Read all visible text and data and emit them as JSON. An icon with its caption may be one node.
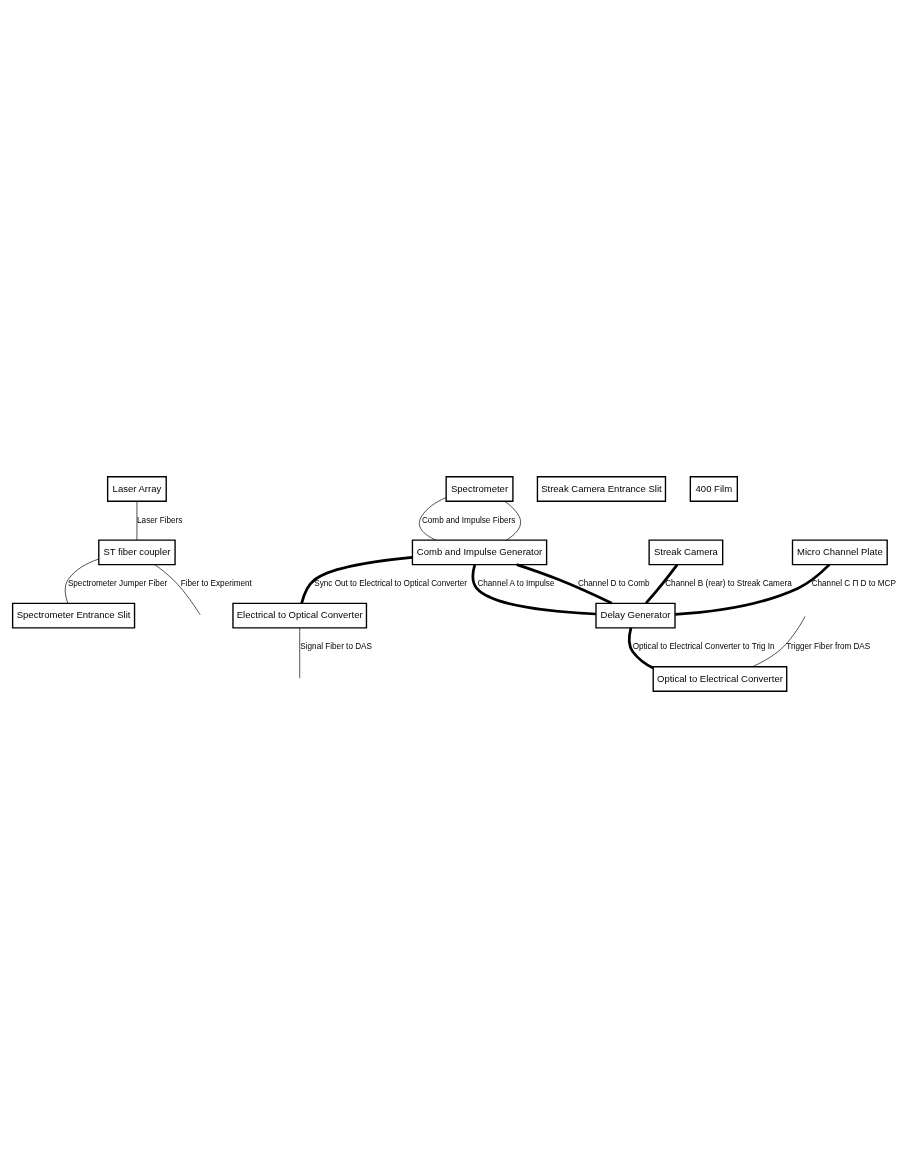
{
  "diagram": {
    "nodes": [
      {
        "text": [
          "Laser Array"
        ]
      },
      {
        "text": [
          "ST fiber coupler"
        ]
      },
      {
        "text": [
          "Spectrometer Entrance Slit"
        ]
      },
      {
        "text": [
          "Spectrometer"
        ]
      },
      {
        "text": [
          "Streak Camera Entrance Slit"
        ]
      },
      {
        "text": [
          "Streak Camera"
        ]
      },
      {
        "text": [
          "Micro Channel Plate"
        ]
      },
      {
        "text": [
          "400 Film"
        ]
      },
      {
        "text": [
          "Comb and Impulse Generator"
        ]
      },
      {
        "text": [
          "Delay Generator"
        ]
      },
      {
        "text": [
          "Electrical to Optical Converter"
        ]
      },
      {
        "text": [
          "Optical to Electrical Converter"
        ]
      }
    ],
    "edges": [
      {
        "from": 0,
        "to": 1,
        "arrow": "none",
        "label": "Laser Fibers"
      },
      {
        "from": 1,
        "to": null,
        "arrow": "none",
        "label": "Fiber to Experiment"
      },
      {
        "from": 1,
        "to": 2,
        "arrow": "none",
        "label": "Spectrometer Jumper Fiber"
      },
      {
        "from": 3,
        "to": 8,
        "arrow": "none",
        "label": "Comb and Impulse Fibers"
      },
      {
        "from": 3,
        "to": 8,
        "arrow": "none"
      },
      {
        "from": 5,
        "to": 9,
        "arrow": "none",
        "style": "thick",
        "label": "Channel B (rear) to Streak Camera"
      },
      {
        "from": 6,
        "to": 9,
        "arrow": "none",
        "style": "thick",
        "label": "Channel C П D to MCP"
      },
      {
        "from": 8,
        "to": 9,
        "arrow": "none",
        "style": "thick",
        "label": "Channel A to Impulse"
      },
      {
        "from": 8,
        "to": 9,
        "arrow": "none",
        "style": "thick",
        "label": "Channel D to Comb"
      },
      {
        "from": 8,
        "to": 10,
        "arrow": "none",
        "style": "thick",
        "label": "Sync Out to Electrical to Optical Converter"
      },
      {
        "from": 9,
        "to": 11,
        "arrow": "none",
        "style": "thick",
        "label": "Optical to Electrical Converter to Trig In"
      },
      {
        "from": null,
        "to": 11,
        "arrow": "none",
        "label": "Trigger Fiber from DAS"
      },
      {
        "from": 10,
        "to": null,
        "arrow": "none",
        "label": "Signal Fiber to DAS"
      }
    ]
  }
}
